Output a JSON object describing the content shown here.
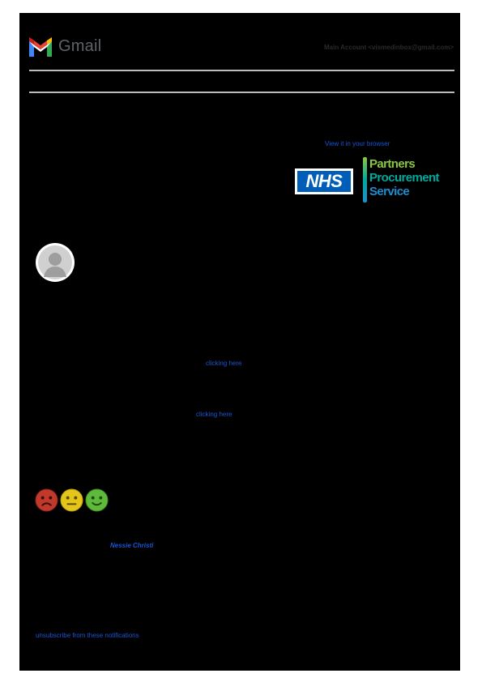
{
  "header": {
    "brand": "Gmail",
    "account": "Main Account <vismedinbox@gmail.com>"
  },
  "email": {
    "view_in_browser": "View it in your browser",
    "nhs_logo": "NHS",
    "pps_logo": [
      "Partners",
      "Procurement",
      "Service"
    ],
    "link_1": "clicking here",
    "link_2": "clicking here",
    "feedback_faces": [
      "sad-face-icon",
      "neutral-face-icon",
      "happy-face-icon"
    ],
    "signature_link": "Nessie Christi",
    "unsubscribe": "unsubscribe from these notifications"
  },
  "colors": {
    "link": "#1a55d6",
    "nhs_blue": "#005eb8",
    "pps_green": "#8cc63f",
    "pps_teal": "#00a99d",
    "pps_blue": "#1a8fd0",
    "sad": "#c0392b",
    "neutral": "#e4c51a",
    "happy": "#5fb93a"
  }
}
